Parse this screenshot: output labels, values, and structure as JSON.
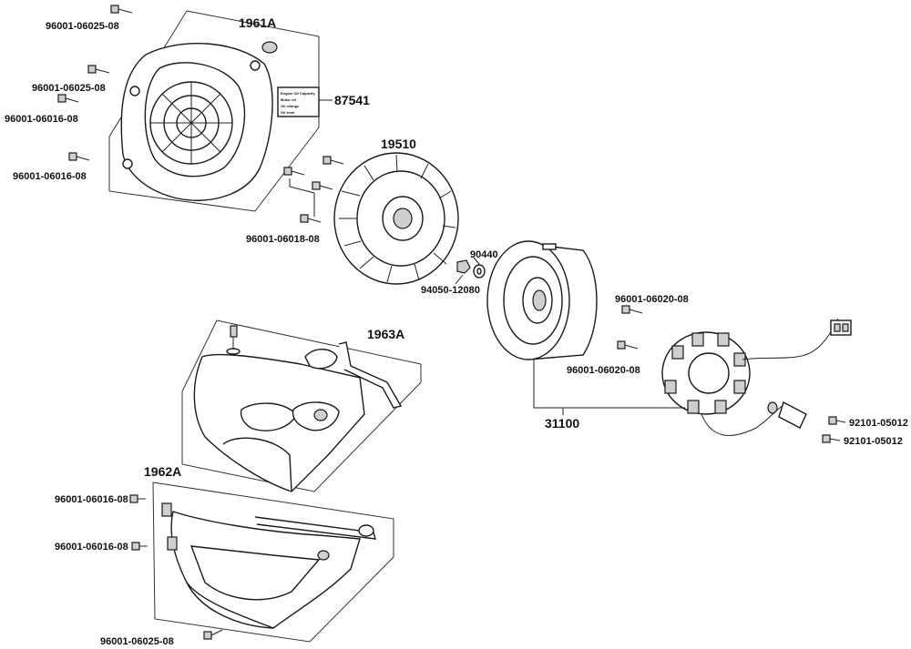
{
  "labels": {
    "l_1961A": "1961A",
    "l_87541": "87541",
    "l_19510": "19510",
    "l_90440": "90440",
    "l_94050": "94050-12080",
    "l_1963A": "1963A",
    "l_31100": "31100",
    "l_1962A": "1962A",
    "l_b_0608_top": "96001-06025-08",
    "l_b_0608_2": "96001-06025-08",
    "l_b_06016_1": "96001-06016-08",
    "l_b_06016_2": "96001-06016-08",
    "l_b_06018": "96001-06018-08",
    "l_b_06020_1": "96001-06020-08",
    "l_b_06020_2": "96001-06020-08",
    "l_b_92101_1": "92101-05012",
    "l_b_92101_2": "92101-05012",
    "l_b_06016_3": "96001-06016-08",
    "l_b_06016_4": "96001-06016-08",
    "l_b_06025_bottom": "96001-06025-08"
  },
  "decal": {
    "line1": "Engine Oil Capacity",
    "line2": "Motor oil",
    "line3": "Oil change",
    "line4": "Oil level"
  }
}
